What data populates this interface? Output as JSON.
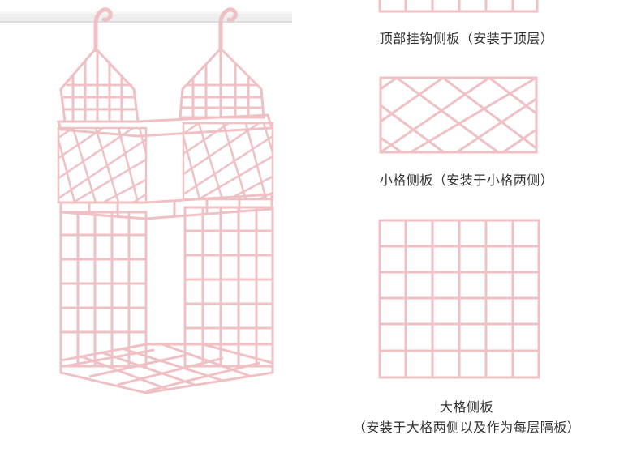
{
  "colors": {
    "frame": "#efc0c4",
    "frame_dark": "#d9a4aa",
    "rod": "#e9e9ea",
    "background": "#ffffff"
  },
  "captions": {
    "top_panel": "顶部挂钩侧板（安装于顶层）",
    "small_panel": "小格侧板（安装于小格两侧）",
    "large_panel_title": "大格侧板",
    "large_panel_note": "（安装于大格两侧以及作为每层隔板）"
  }
}
